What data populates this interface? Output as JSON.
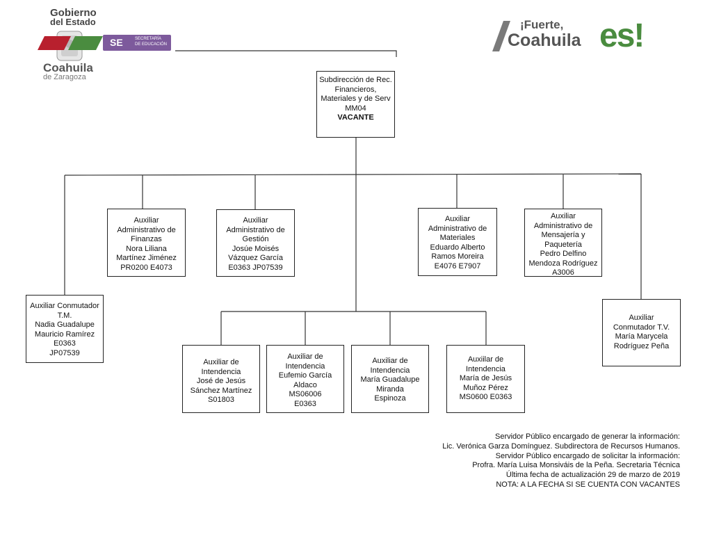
{
  "header": {
    "gov_logo": {
      "line1": "Gobierno",
      "line2": "del Estado",
      "state": "Coahuila",
      "sub": "de Zaragoza"
    },
    "se_badge": {
      "abbr": "SE",
      "line1": "SECRETARÍA",
      "line2": "DE EDUCACIÓN"
    },
    "slogan": {
      "line1": "¡Fuerte,",
      "line2": "Coahuila",
      "word": "es!"
    },
    "colors": {
      "green": "#4a8c3f",
      "red": "#b8202e",
      "purple": "#7d5a9c",
      "gray": "#555555"
    }
  },
  "root": {
    "lines": [
      "Subdirección de Rec.",
      "Financieros,",
      "Materiales y de Serv",
      "MM04"
    ],
    "status": "VACANTE"
  },
  "level1": [
    {
      "lines": [
        "Auxiliar",
        "Administrativo  de",
        "Finanzas",
        "Nora Liliana",
        "Martínez Jiménez",
        "PR0200  E4073"
      ]
    },
    {
      "lines": [
        "Auxiliar",
        "Administrativo de",
        "Gestión",
        "Josúe Moisés",
        "Vázquez García",
        "E0363   JP07539"
      ]
    },
    {
      "lines": [
        "Auxiliar",
        "Administrativo  de",
        "Materiales",
        "Eduardo Alberto",
        "Ramos Moreira",
        "E4076  E7907"
      ]
    },
    {
      "lines": [
        "Auxiliar",
        "Administrativo de",
        "Mensajería y",
        "Paquetería",
        "Pedro Delfino",
        "Mendoza Rodríguez",
        "A3006"
      ]
    }
  ],
  "side_left": {
    "lines": [
      "Auxiliar Conmutador",
      "T.M.",
      "Nadia Guadalupe",
      "Mauricio Ramírez",
      "E0363",
      "JP07539"
    ]
  },
  "side_right": {
    "lines": [
      "Auxiliar",
      "Conmutador T.V.",
      "María Marycela",
      "Rodríguez Peña"
    ]
  },
  "level2": [
    {
      "lines": [
        "Auxiliar de",
        "Intendencia",
        "José de Jesús",
        "Sánchez  Martínez",
        "S01803"
      ]
    },
    {
      "lines": [
        "Auxiliar de",
        "Intendencia",
        "Eufemio  García",
        "Aldaco",
        "MS06006",
        "E0363"
      ]
    },
    {
      "lines": [
        "Auxiliar de",
        "Intendencia",
        "María Guadalupe",
        "Miranda",
        "Espinoza"
      ]
    },
    {
      "lines": [
        "Auxiilar de",
        "Intendencia",
        "María de Jesús",
        "Muñoz Pérez",
        "MS0600   E0363"
      ]
    }
  ],
  "footer": [
    "Servidor Público encargado de generar la información:",
    "Lic. Verónica Garza Domínguez. Subdirectora de Recursos Humanos.",
    "Servidor Público encargado de solicitar la información:",
    "Profra. María Luisa Monsiváis de la Peña. Secretaria Técnica",
    "Última fecha de actualización 29 de marzo de 2019",
    "NOTA: A LA FECHA SI SE CUENTA CON VACANTES"
  ]
}
